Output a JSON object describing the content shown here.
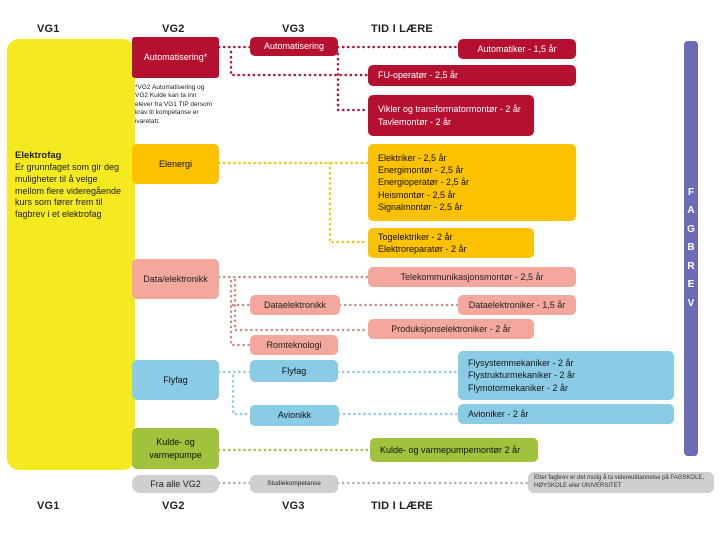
{
  "headers": {
    "vg1": "VG1",
    "vg2": "VG2",
    "vg3": "VG3",
    "tid": "TID I LÆRE"
  },
  "elektrofag": {
    "title": "Elektrofag",
    "text": "Er grunnfaget som gir deg muligheter til å velge mellom flere videregående kurs som fører frem til fagbrev i et elektrofag"
  },
  "vg2": {
    "automatisering": "Automatisering*",
    "elenergi": "Elenergi",
    "data": "Data/elektronikk",
    "flyfag": "Flyfag",
    "kulde": "Kulde- og varmepumpe",
    "fra_alle": "Fra alle VG2"
  },
  "note": "*VG2 Automatisering og VG2 Kulde kan ta inn elever fra VG1 TIP dersom krav til kompetanse er ivaretatt.",
  "vg3": {
    "automatisering": "Automatisering",
    "dataelektronikk": "Dataelektronikk",
    "romteknologi": "Romteknologi",
    "flyfag": "Flyfag",
    "avionikk": "Avionikk",
    "studie": "Studiekompetanse"
  },
  "laere": {
    "automatiker": "Automatiker - 1,5 år",
    "fu": "FU-operatør - 2,5 år",
    "vikler": [
      "Vikler og transformatormontør - 2 år",
      "Tavlemontør - 2 år"
    ],
    "elektriker": [
      "Elektriker - 2,5 år",
      "Energimontør - 2,5 år",
      "Energioperatør - 2,5 år",
      "Heismontør - 2,5 år",
      "Signalmontør - 2,5 år"
    ],
    "togelektriker": [
      "Togelektriker - 2 år",
      "Elektroreparatør - 2 år"
    ],
    "telekom": "Telekommunikasjonsmontør - 2,5 år",
    "dataelektroniker": "Dataelektroniker - 1,5 år",
    "produksjon": "Produksjonselektroniker - 2 år",
    "flysystem": [
      "Flysystemmekaniker - 2 år",
      "Flystrukturmekaniker - 2 år",
      "Flymotormekaniker - 2 år"
    ],
    "avioniker": "Avioniker - 2 år",
    "kulde": "Kulde- og varmepumpemontør 2 år"
  },
  "fagbrev": [
    "F",
    "A",
    "G",
    "B",
    "R",
    "E",
    "V"
  ],
  "etter": "Etter fagbrev er det mulig å ta videreutdannelse på FAGSKOLE, HØYSKOLE eller UNIVERSITET",
  "colors": {
    "red": "#b5102f",
    "yellow": "#fcc200",
    "pink": "#f4a79d",
    "blue": "#8acce6",
    "green": "#a0c23c",
    "gray": "#cfcfcf",
    "purple": "#6c6bb5"
  }
}
